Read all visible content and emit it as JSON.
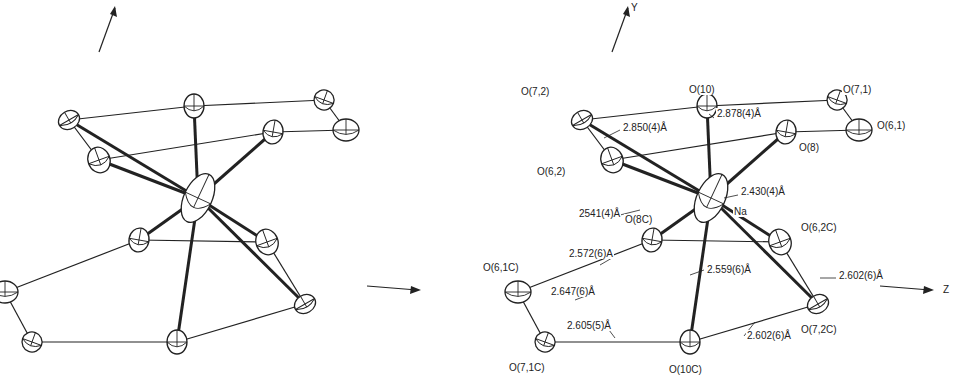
{
  "diagram": {
    "labels": [
      "Y",
      "O(7,2)",
      "O(10)",
      "O(7,1)",
      "O(6,1)",
      "O(6,2)",
      "O(8)",
      "Na",
      "O(8C)",
      "O(6,2C)",
      "O(6,1C)",
      "O(7,1C)",
      "O(10C)",
      "O(7,2C)",
      "Z",
      "2.850(4)Å",
      "2.878(4)Å",
      "2.430(4)Å",
      "2541(4)Å",
      "2.572(6)A",
      "2.602(6)Å",
      "2.559(6)Å",
      "2.647(6)Å",
      "2.605(5)Å",
      "2.602(6)Å"
    ]
  }
}
